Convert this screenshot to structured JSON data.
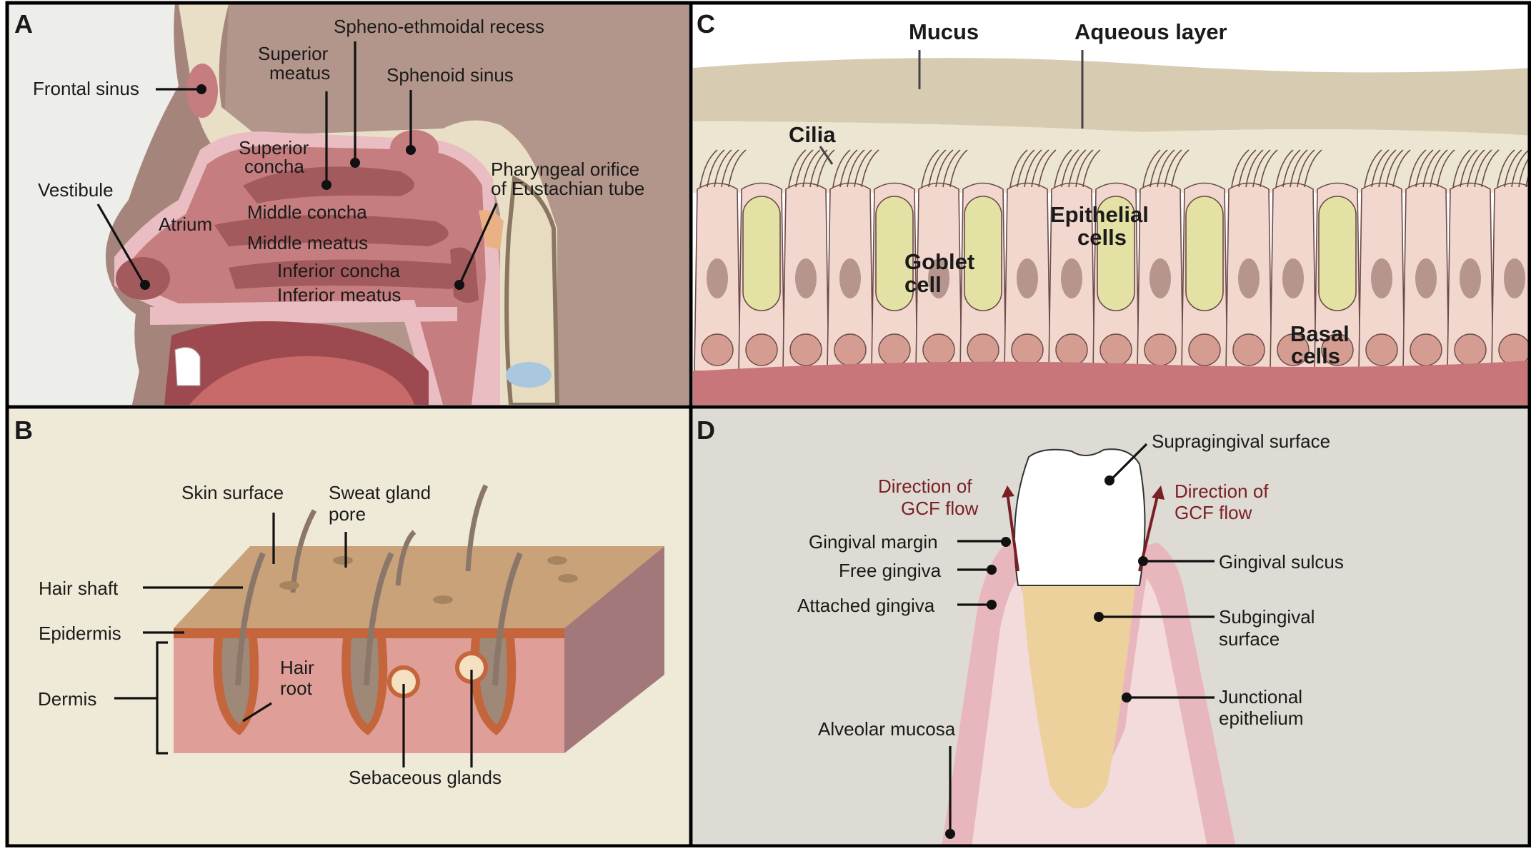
{
  "panels": {
    "a": {
      "letter": "A",
      "labels": {
        "spheno_ethmoidal_recess": "Spheno-ethmoidal recess",
        "superior_meatus_1": "Superior",
        "superior_meatus_2": "meatus",
        "sphenoid_sinus": "Sphenoid sinus",
        "frontal_sinus": "Frontal sinus",
        "superior_concha_1": "Superior",
        "superior_concha_2": "concha",
        "vestibule": "Vestibule",
        "atrium": "Atrium",
        "middle_concha": "Middle concha",
        "middle_meatus": "Middle meatus",
        "inferior_concha": "Inferior concha",
        "inferior_meatus": "Inferior meatus",
        "pharyngeal_1": "Pharyngeal orifice",
        "pharyngeal_2": "of Eustachian tube"
      }
    },
    "b": {
      "letter": "B",
      "labels": {
        "skin_surface": "Skin surface",
        "sweat_gland_1": "Sweat gland",
        "sweat_gland_2": "pore",
        "hair_shaft": "Hair shaft",
        "epidermis": "Epidermis",
        "dermis": "Dermis",
        "hair_root_1": "Hair",
        "hair_root_2": "root",
        "sebaceous_glands": "Sebaceous glands"
      }
    },
    "c": {
      "letter": "C",
      "labels": {
        "mucus": "Mucus",
        "aqueous_layer": "Aqueous layer",
        "cilia": "Cilia",
        "epithelial_1": "Epithelial",
        "epithelial_2": "cells",
        "goblet_1": "Goblet",
        "goblet_2": "cell",
        "basal_1": "Basal",
        "basal_2": "cells"
      }
    },
    "d": {
      "letter": "D",
      "labels": {
        "supragingival_surface": "Supragingival surface",
        "gcf_left_1": "Direction of",
        "gcf_left_2": "GCF flow",
        "gcf_right_1": "Direction of",
        "gcf_right_2": "GCF flow",
        "gingival_margin": "Gingival margin",
        "free_gingiva": "Free gingiva",
        "attached_gingiva": "Attached gingiva",
        "gingival_sulcus": "Gingival sulcus",
        "subgingival_1": "Subgingival",
        "subgingival_2": "surface",
        "junctional_1": "Junctional",
        "junctional_2": "epithelium",
        "alveolar_mucosa": "Alveolar mucosa"
      }
    }
  },
  "colors": {
    "panel_border": "#000000",
    "panel_a_bg": "#b3968b",
    "panel_b_bg": "#efead8",
    "panel_c_bg": "#ffffff",
    "panel_d_bg": "#dddbd3",
    "gcf_arrow": "#7a1f24",
    "goblet_cell": "#e3e2a4",
    "tooth_crown": "#ffffff",
    "tooth_root": "#ecd19d"
  }
}
